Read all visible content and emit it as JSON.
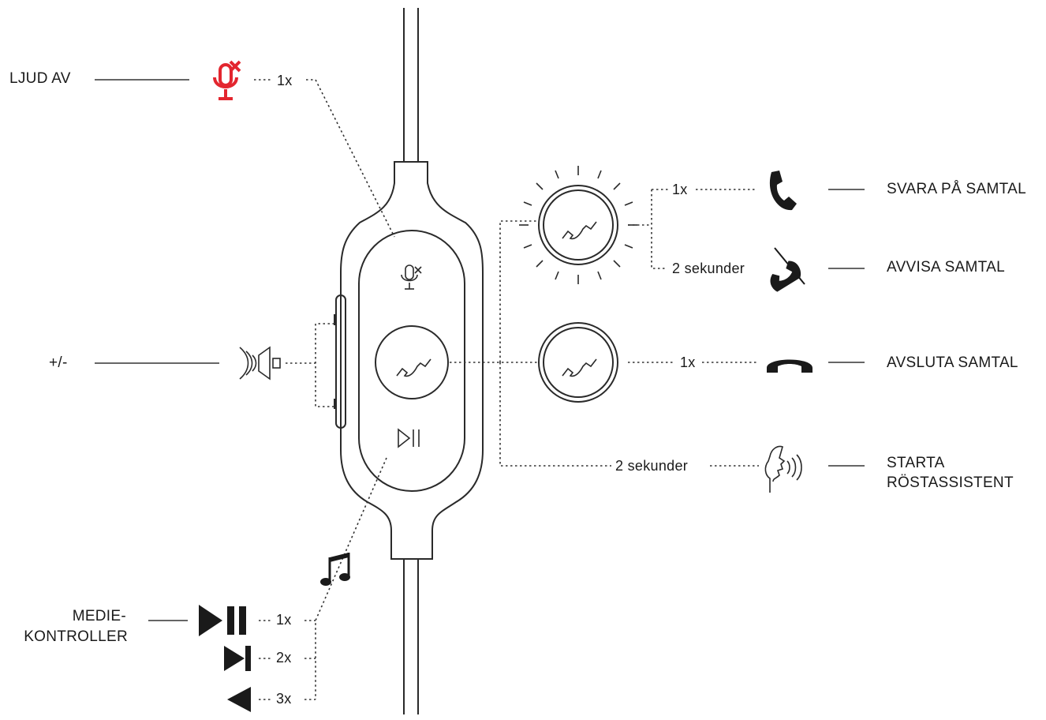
{
  "labels": {
    "mute": "LJUD AV",
    "volume": "+/-",
    "media_line1": "MEDIE-",
    "media_line2": "KONTROLLER",
    "answer": "SVARA PÅ SAMTAL",
    "reject": "AVVISA SAMTAL",
    "end": "AVSLUTA SAMTAL",
    "assistant_line1": "STARTA",
    "assistant_line2": "RÖSTASSISTENT"
  },
  "presses": {
    "mute": "1x",
    "answer": "1x",
    "reject": "2 sekunder",
    "end": "1x",
    "assistant": "2 sekunder",
    "play_pause": "1x",
    "next": "2x",
    "previous": "3x"
  },
  "icons": {
    "mute_mic": "mic-mute-icon",
    "volume": "speaker-volume-icon",
    "call_button": "phone-handset-icon",
    "play_pause": "play-pause-icon",
    "music": "music-note-icon",
    "answer": "phone-answer-icon",
    "reject": "phone-reject-icon",
    "end": "phone-hangup-icon",
    "voice_assistant": "voice-assistant-icon",
    "next_track": "next-track-icon",
    "previous_track": "previous-track-icon"
  },
  "colors": {
    "mute_accent": "#e3262f",
    "ink": "#1a1a1a"
  }
}
